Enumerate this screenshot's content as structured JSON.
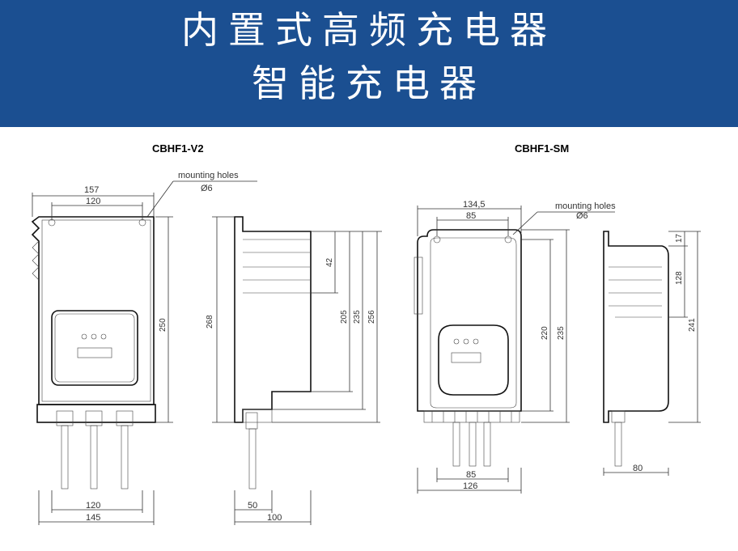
{
  "header": {
    "title_line1": "内置式高频充电器",
    "title_line2": "智能充电器",
    "bg_color": "#1b4f91"
  },
  "left_model": {
    "name": "CBHF1-V2",
    "mounting_label": "mounting holes",
    "hole_dia": "Ø6",
    "dims": {
      "w_top_outer": "157",
      "w_top_inner": "120",
      "h_front": "250",
      "h_side_total": "268",
      "h_top": "42",
      "h_a": "205",
      "h_b": "235",
      "h_c": "256",
      "w_bottom_inner": "120",
      "w_bottom_outer": "145",
      "side_w1": "50",
      "side_w2": "100"
    }
  },
  "right_model": {
    "name": "CBHF1-SM",
    "mounting_label": "mounting holes",
    "hole_dia": "Ø6",
    "dims": {
      "w_top_outer": "134,5",
      "w_top_inner": "85",
      "h_a": "220",
      "h_b": "235",
      "side_top": "17",
      "side_mid": "128",
      "side_total": "241",
      "w_bottom_inner": "85",
      "w_bottom_outer": "126",
      "side_depth": "80"
    }
  }
}
